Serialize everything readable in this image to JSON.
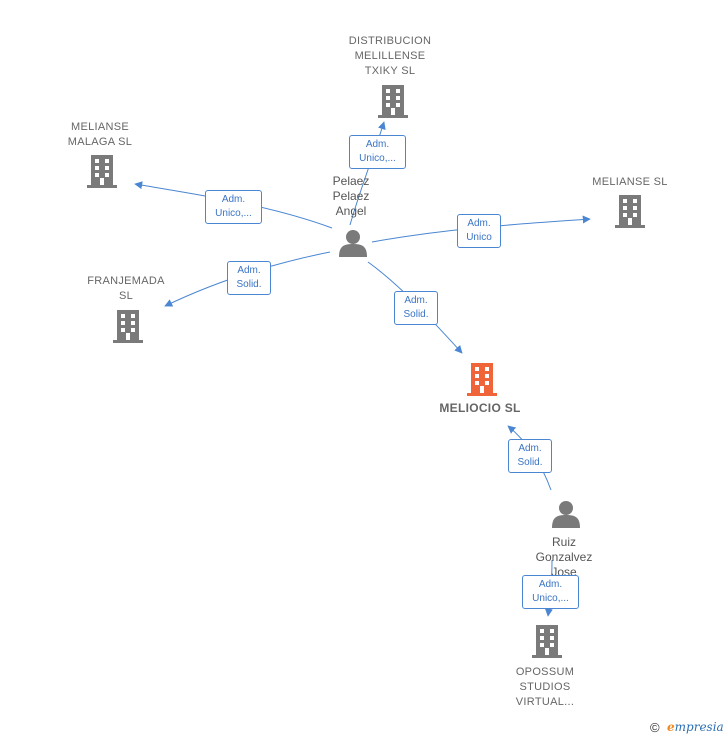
{
  "nodes": {
    "distribucion": {
      "label": "DISTRIBUCION\nMELILLENSE\nTXIKY SL",
      "type": "company"
    },
    "meliansemalaga": {
      "label": "MELIANSE\nMALAGA SL",
      "type": "company"
    },
    "melianse": {
      "label": "MELIANSE SL",
      "type": "company"
    },
    "franjemada": {
      "label": "FRANJEMADA\nSL",
      "type": "company"
    },
    "meliocio": {
      "label": "MELIOCIO SL",
      "type": "company-focal"
    },
    "opossum": {
      "label": "OPOSSUM\nSTUDIOS\nVIRTUAL...",
      "type": "company"
    },
    "pelaez": {
      "label": "Pelaez\nPelaez\nAngel",
      "type": "person"
    },
    "ruiz": {
      "label": "Ruiz\nGonzalvez\nJose",
      "type": "person"
    }
  },
  "edges": {
    "e1": {
      "label": "Adm.\nUnico,..."
    },
    "e2": {
      "label": "Adm.\nUnico,..."
    },
    "e3": {
      "label": "Adm.\nUnico"
    },
    "e4": {
      "label": "Adm.\nSolid."
    },
    "e5": {
      "label": "Adm.\nSolid."
    },
    "e6": {
      "label": "Adm.\nSolid."
    },
    "e7": {
      "label": "Adm.\nUnico,..."
    }
  },
  "footer": {
    "copyright": "©",
    "brand_e": "e",
    "brand_rest": "mpresia"
  },
  "colors": {
    "company": "#7a7a7a",
    "focal": "#f0643a",
    "person": "#7a7a7a",
    "edge": "#4a86d1"
  }
}
